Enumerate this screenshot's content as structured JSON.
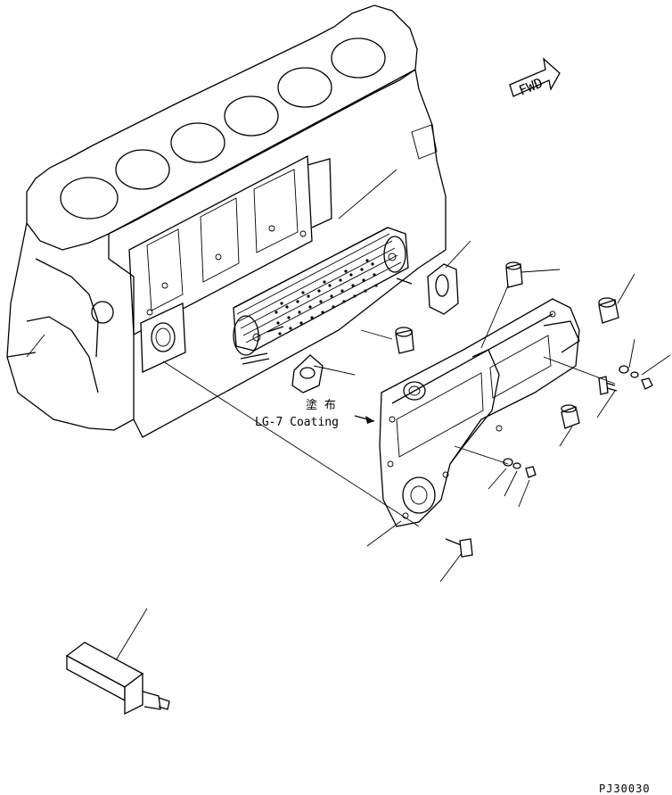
{
  "diagram": {
    "fwd_label": "FWD",
    "coating_label_jp": "塗 布",
    "coating_label_en": "LG-7 Coating",
    "figure_code": "PJ30030"
  }
}
